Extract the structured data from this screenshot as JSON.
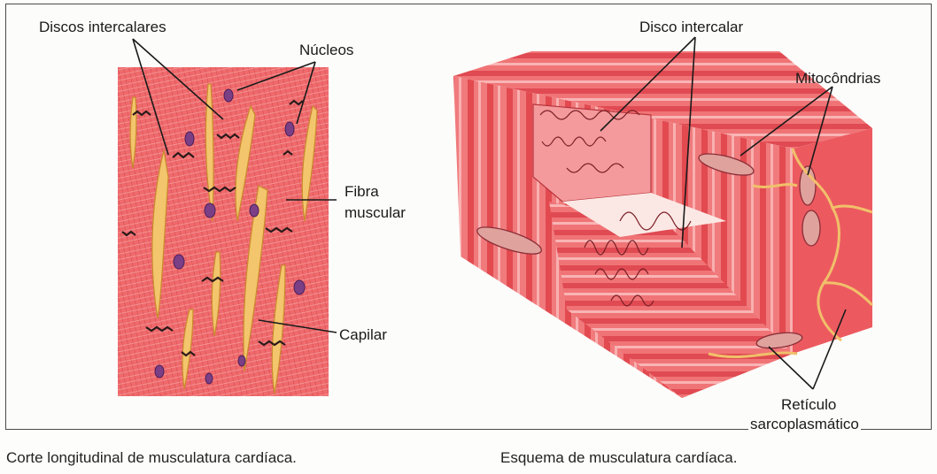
{
  "left_figure": {
    "labels": {
      "intercalated_discs": "Discos intercalares",
      "nuclei": "Núcleos",
      "muscle_fiber_line1": "Fibra",
      "muscle_fiber_line2": "muscular",
      "capillary": "Capilar"
    },
    "caption": "Corte longitudinal de musculatura cardíaca."
  },
  "right_figure": {
    "labels": {
      "intercalated_disc": "Disco intercalar",
      "mitochondria": "Mitocôndrias",
      "reticulum_line1": "Retículo",
      "reticulum_line2": "sarcoplasmático"
    },
    "caption": "Esquema de musculatura cardíaca."
  },
  "colors": {
    "tissue": "#ef5f63",
    "tissue_light": "#f79a9a",
    "tissue_dark": "#d83a42",
    "capillary": "#f2c46b",
    "nucleus": "#7b3f86",
    "disc": "#2a1a1a"
  }
}
